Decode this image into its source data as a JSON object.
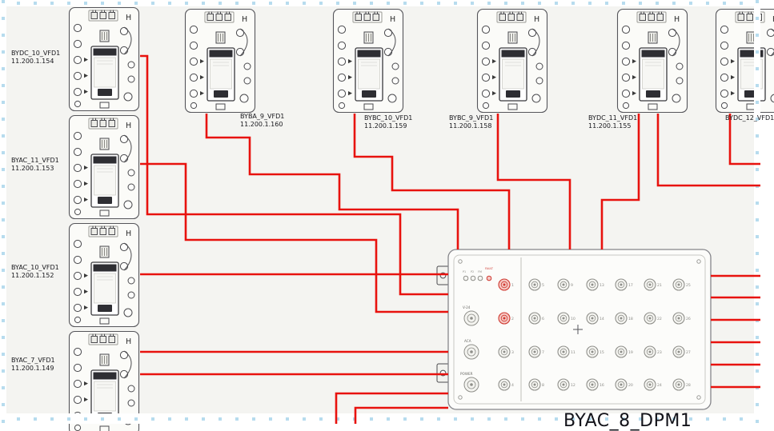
{
  "canvas": {
    "bg": "#f4f4f1",
    "tick_color": "#b7dcee",
    "wire_color": "#e8120e"
  },
  "vfd": {
    "corner_label": "H"
  },
  "devices": {
    "left": [
      {
        "name": "BYDC_10_VFD1",
        "ip": "11.200.1.154"
      },
      {
        "name": "BYAC_11_VFD1",
        "ip": "11.200.1.153"
      },
      {
        "name": "BYAC_10_VFD1",
        "ip": "11.200.1.152"
      },
      {
        "name": "BYAC_7_VFD1",
        "ip": "11.200.1.149"
      }
    ],
    "top": [
      {
        "name": "BYBA_9_VFD1",
        "ip": "11.200.1.160"
      },
      {
        "name": "BYBC_10_VFD1",
        "ip": "11.200.1.159"
      },
      {
        "name": "BYBC_9_VFD1",
        "ip": "11.200.1.158"
      },
      {
        "name": "BYDC_11_VFD1",
        "ip": "11.200.1.155"
      },
      {
        "name": "BYDC_12_VFD1"
      }
    ]
  },
  "dpm": {
    "label": "BYAC_8_DPM1",
    "panel_labels": {
      "p1": "P1",
      "p2": "P2",
      "fm": "FM",
      "fault": "FAULT",
      "v24": "V-24",
      "aca": "ACA",
      "power": "POWER"
    },
    "ports": {
      "left_column_numbers": [
        1,
        2,
        3,
        4
      ],
      "grid_numbers_start": 5,
      "grid_cols": 6,
      "grid_rows": 4,
      "highlighted": [
        1,
        2
      ]
    }
  }
}
